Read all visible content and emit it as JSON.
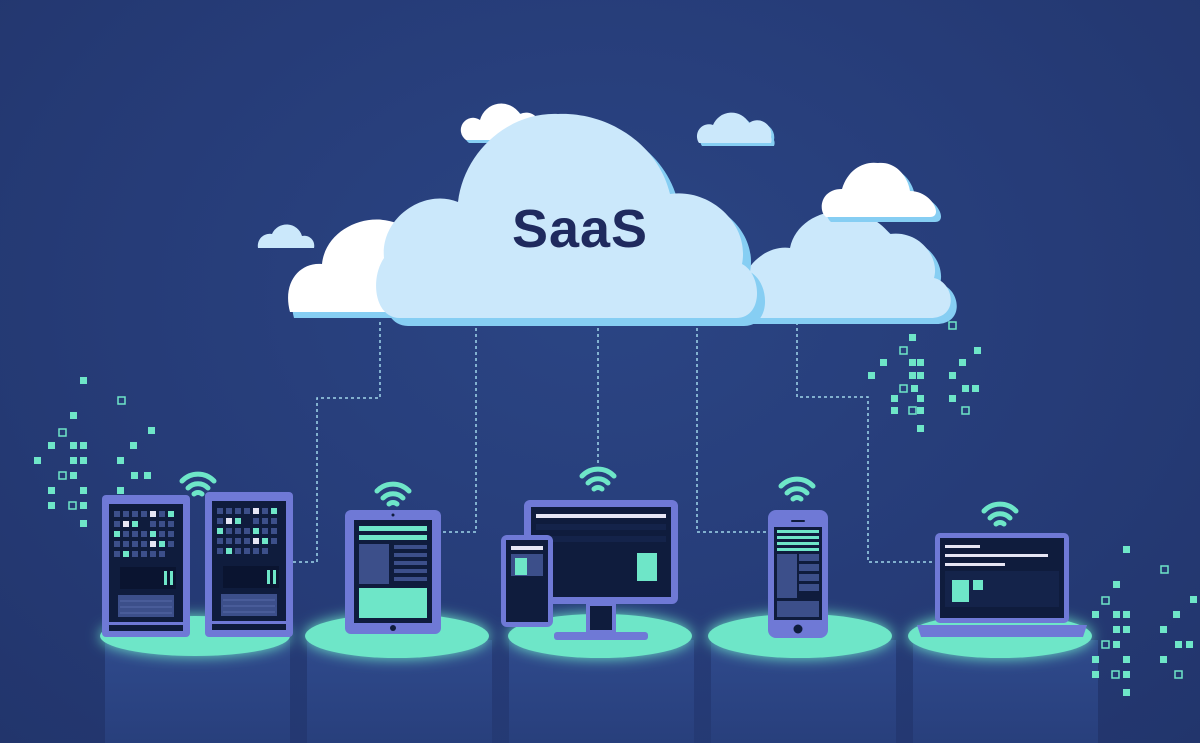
{
  "illustration": {
    "title": "SaaS",
    "colors": {
      "background": "#283f7c",
      "cloud_main": "#cbe8fb",
      "cloud_shadow": "#86cef3",
      "cloud_white": "#ffffff",
      "title_text": "#1f2a5e",
      "device_frame": "#6f79d6",
      "device_screen": "#0f1c3d",
      "accent_teal": "#6ee6c8",
      "platform_glow": "#6ee6c8",
      "connector": "#9fd6ea"
    },
    "central_cloud": {
      "label": "SaaS",
      "icon": "cloud-icon"
    },
    "decorative_clouds": [
      {
        "name": "small-cloud-top-left",
        "icon": "cloud-icon"
      },
      {
        "name": "small-cloud-top-right",
        "icon": "cloud-icon"
      },
      {
        "name": "small-cloud-left",
        "icon": "cloud-icon"
      },
      {
        "name": "small-cloud-right",
        "icon": "cloud-icon"
      }
    ],
    "devices": [
      {
        "name": "server-rack-pair",
        "icon": "server-icon",
        "wireless": true
      },
      {
        "name": "tablet",
        "icon": "tablet-icon",
        "wireless": true
      },
      {
        "name": "desktop-monitor-with-phone",
        "icon": "monitor-icon",
        "wireless": true
      },
      {
        "name": "smartphone",
        "icon": "smartphone-icon",
        "wireless": true
      },
      {
        "name": "laptop",
        "icon": "laptop-icon",
        "wireless": true
      }
    ],
    "connectors": {
      "style": "dotted",
      "count": 5
    },
    "data_bit_clusters": [
      "left",
      "right-upper",
      "right-lower"
    ]
  }
}
